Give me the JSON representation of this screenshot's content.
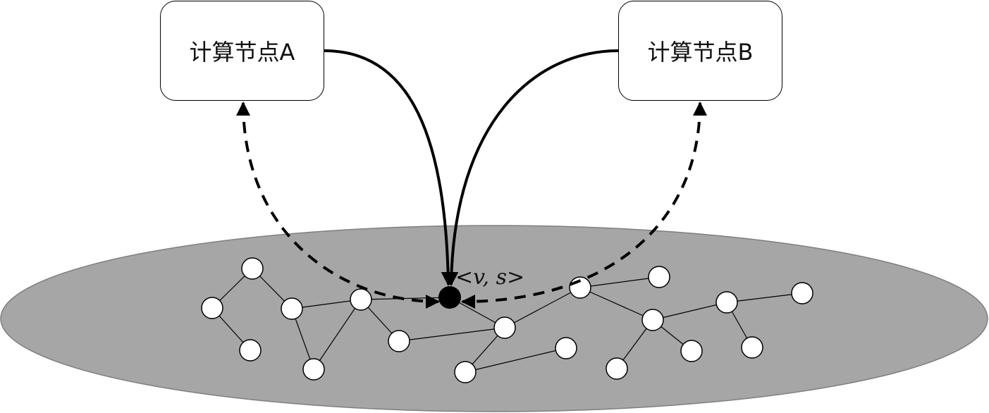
{
  "diagram": {
    "nodes": {
      "compute_a": "计算节点A",
      "compute_b": "计算节点B"
    },
    "target_label": "<v, s>",
    "colors": {
      "region_fill": "#a6a6a6",
      "region_stroke": "#7f7f7f",
      "edge": "#000000",
      "graph_node_fill": "#ffffff",
      "target_node_fill": "#000000"
    }
  }
}
